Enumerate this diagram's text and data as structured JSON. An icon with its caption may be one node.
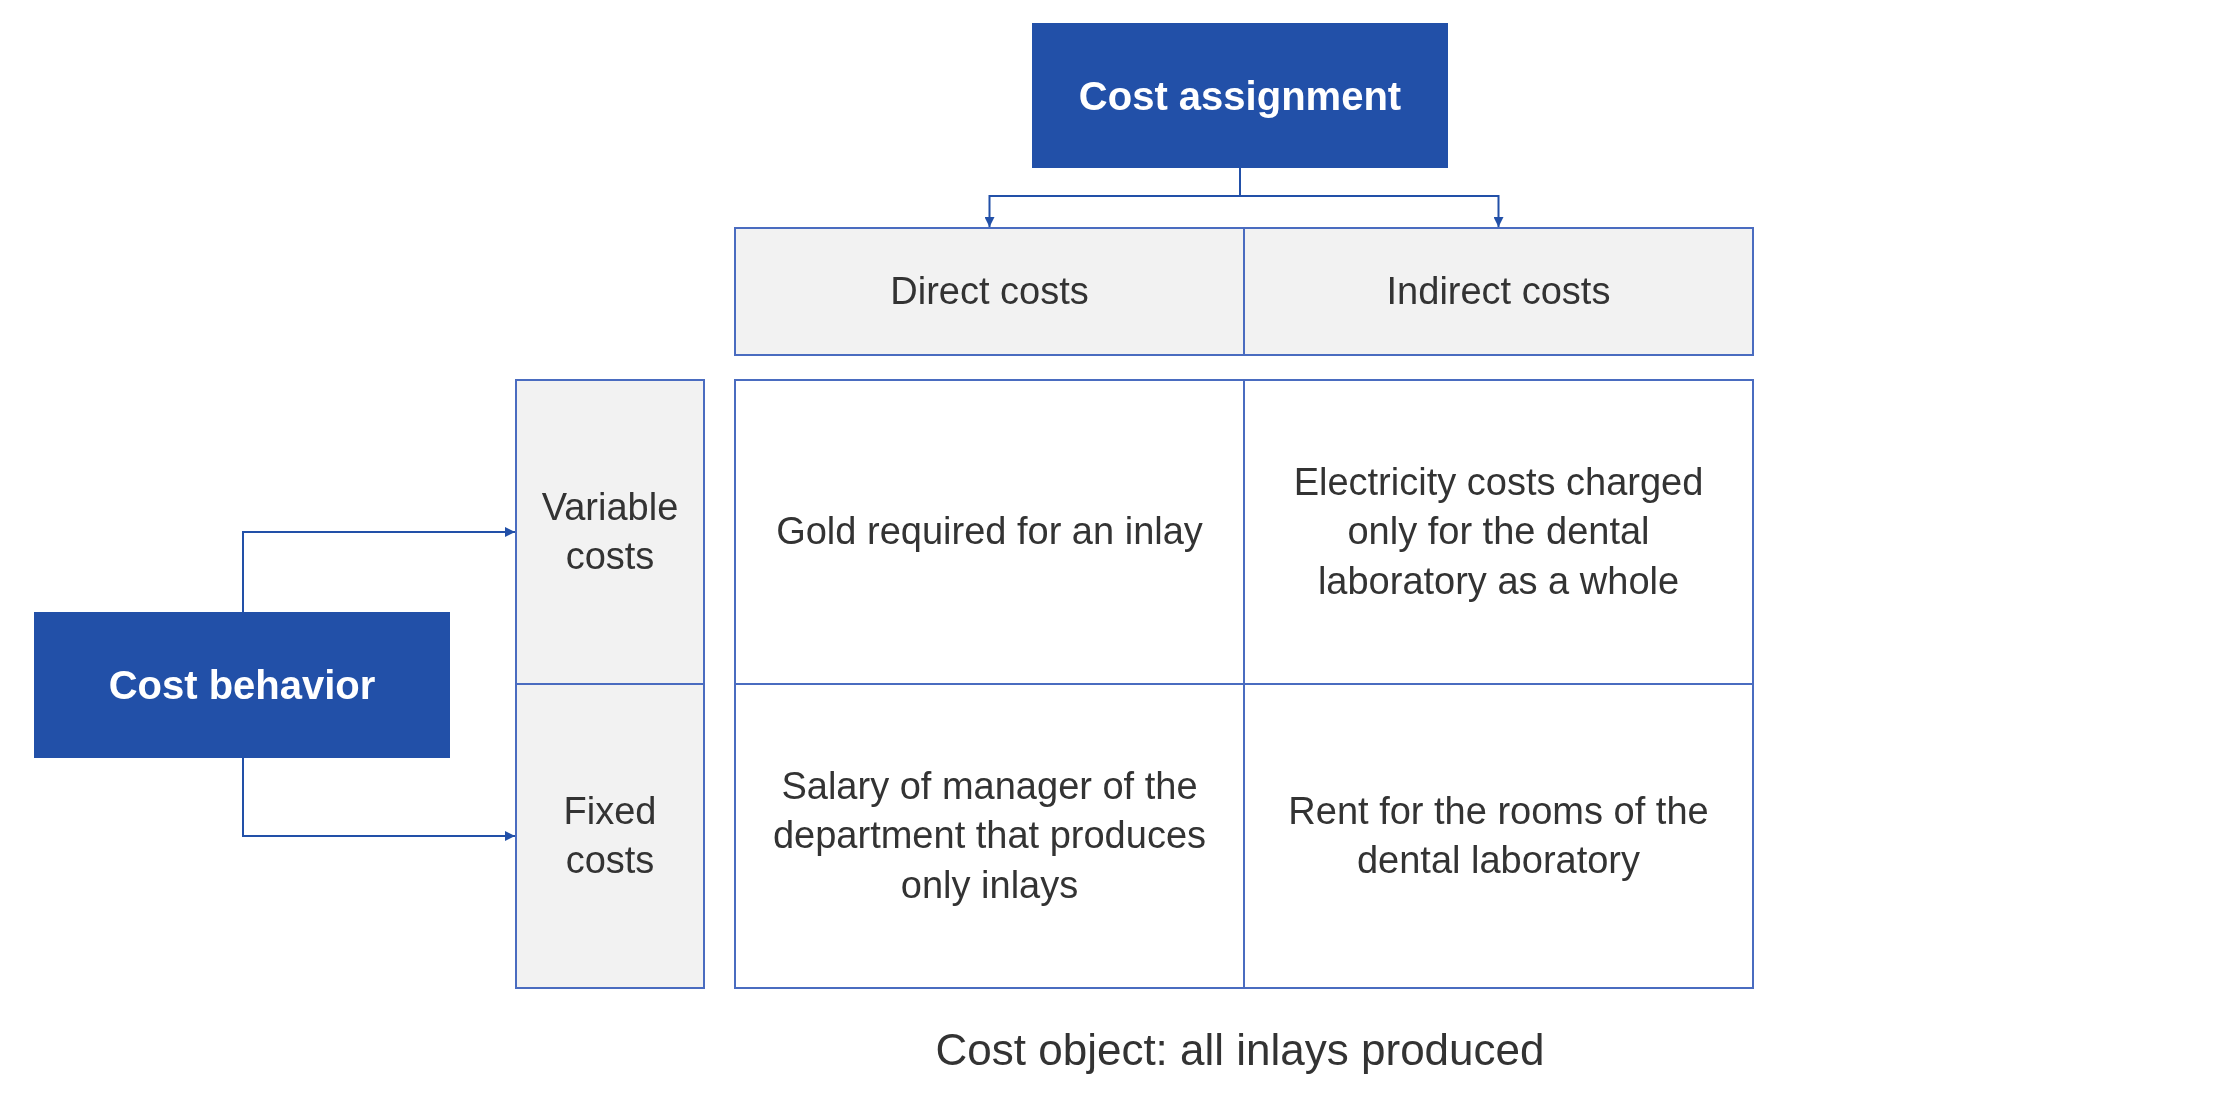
{
  "diagram": {
    "caption": "Cost object: all inlays produced",
    "nodes": [
      {
        "text": [
          "Cost assignment"
        ]
      },
      {
        "text": [
          "Direct costs"
        ]
      },
      {
        "text": [
          "Indirect costs"
        ]
      },
      {
        "text": [
          "Variable costs"
        ]
      },
      {
        "text": [
          "Gold required for an inlay"
        ]
      },
      {
        "text": [
          "Electricity costs charged only for the dental laboratory as a whole"
        ]
      },
      {
        "text": [
          "Cost behavior"
        ]
      },
      {
        "text": [
          "Fixed costs"
        ]
      },
      {
        "text": [
          "Salary of manager of the department that produces only inlays"
        ]
      },
      {
        "text": [
          "Rent for the rooms of the dental laboratory"
        ]
      }
    ],
    "edges": [
      {
        "from": 0,
        "to": 1,
        "arrow": "to"
      },
      {
        "from": 0,
        "to": 2,
        "arrow": "to"
      },
      {
        "from": 6,
        "to": 3,
        "arrow": "to"
      },
      {
        "from": 6,
        "to": 7,
        "arrow": "to"
      }
    ]
  }
}
